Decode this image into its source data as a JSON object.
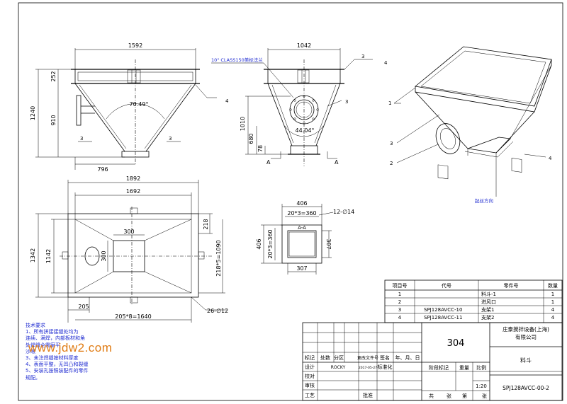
{
  "front_view": {
    "width_total": "1592",
    "top_height": "252",
    "overall_height": "1240",
    "body_height": "910",
    "angle": "70.49°",
    "weld_size": "4",
    "weld_mark": "3",
    "bottom_width": "796"
  },
  "side_view": {
    "width_total": "1042",
    "flange_label": "10\" CLASS150美标法兰",
    "outlet_height": "1010",
    "lower_height": "680",
    "base_height": "78",
    "angle": "44.04°",
    "callout_3": "3",
    "section_letter": "A",
    "weld_size": "4"
  },
  "plan_view": {
    "outer_width": "1892",
    "inner_width": "1692",
    "inner_height": "1142",
    "outer_height": "1342",
    "hole_300_h": "300",
    "hole_300_v": "300",
    "edge_218": "218",
    "pitch_218": "218*5=1090",
    "edge_205": "205",
    "pitch_205": "205*8=1640",
    "holes": "26-∅12"
  },
  "section_view": {
    "title": "A-A",
    "outer_width": "406",
    "pitch_h": "20*3=360",
    "holes": "12-∅14",
    "outer_height": "406",
    "pitch_v": "20*3=360",
    "inner_v": "307",
    "inner_h": "307"
  },
  "iso_view": {
    "callouts": [
      "1",
      "3",
      "2",
      "4"
    ],
    "caption": "起丝方向"
  },
  "notes": {
    "title": "技术要求",
    "lines": [
      "1、所有拼接接缝处均为",
      "连续、满焊，内部板材和角",
      "处焊缝全需磨平",
      "沙眼",
      "3、未注焊缝按材料厚度",
      "4、表面平整，无凹凸和裂缝",
      "5、安装孔按照装配件的零件",
      "规配。"
    ]
  },
  "watermark": "www.jdw2.com",
  "bom": {
    "headers": [
      "项目号",
      "代号",
      "零件号",
      "数量"
    ],
    "rows": [
      {
        "no": "1",
        "code": "",
        "part": "料斗-1",
        "qty": "1"
      },
      {
        "no": "2",
        "code": "",
        "part": "进风口",
        "qty": "1"
      },
      {
        "no": "3",
        "code": "SPJ128AVCC-10",
        "part": "支架1",
        "qty": "4"
      },
      {
        "no": "4",
        "code": "SPJ128AVCC-11",
        "part": "支架2",
        "qty": "4"
      }
    ]
  },
  "title_block": {
    "material": "304",
    "company_line1": "庄泰搅拌设备(上海)",
    "company_line2": "有限公司",
    "part_name": "料斗",
    "drawing_no": "SPJ128AVCC-00-2",
    "scale": "1:20",
    "row_labels": [
      "标记",
      "处数",
      "分区",
      "更改文件号",
      "签名",
      "年、月、日"
    ],
    "designer_label": "设计",
    "designer": "ROCKY",
    "date": "2017-05-27",
    "std_label": "标准化",
    "check_label": "校对",
    "review_label": "审核",
    "process_label": "工艺",
    "approve_label": "批准",
    "stage_label": "阶段标记",
    "weight_label": "重量",
    "scale_label": "比例",
    "sheets_label": "共",
    "sheet_label": "张",
    "page_label": "第"
  }
}
